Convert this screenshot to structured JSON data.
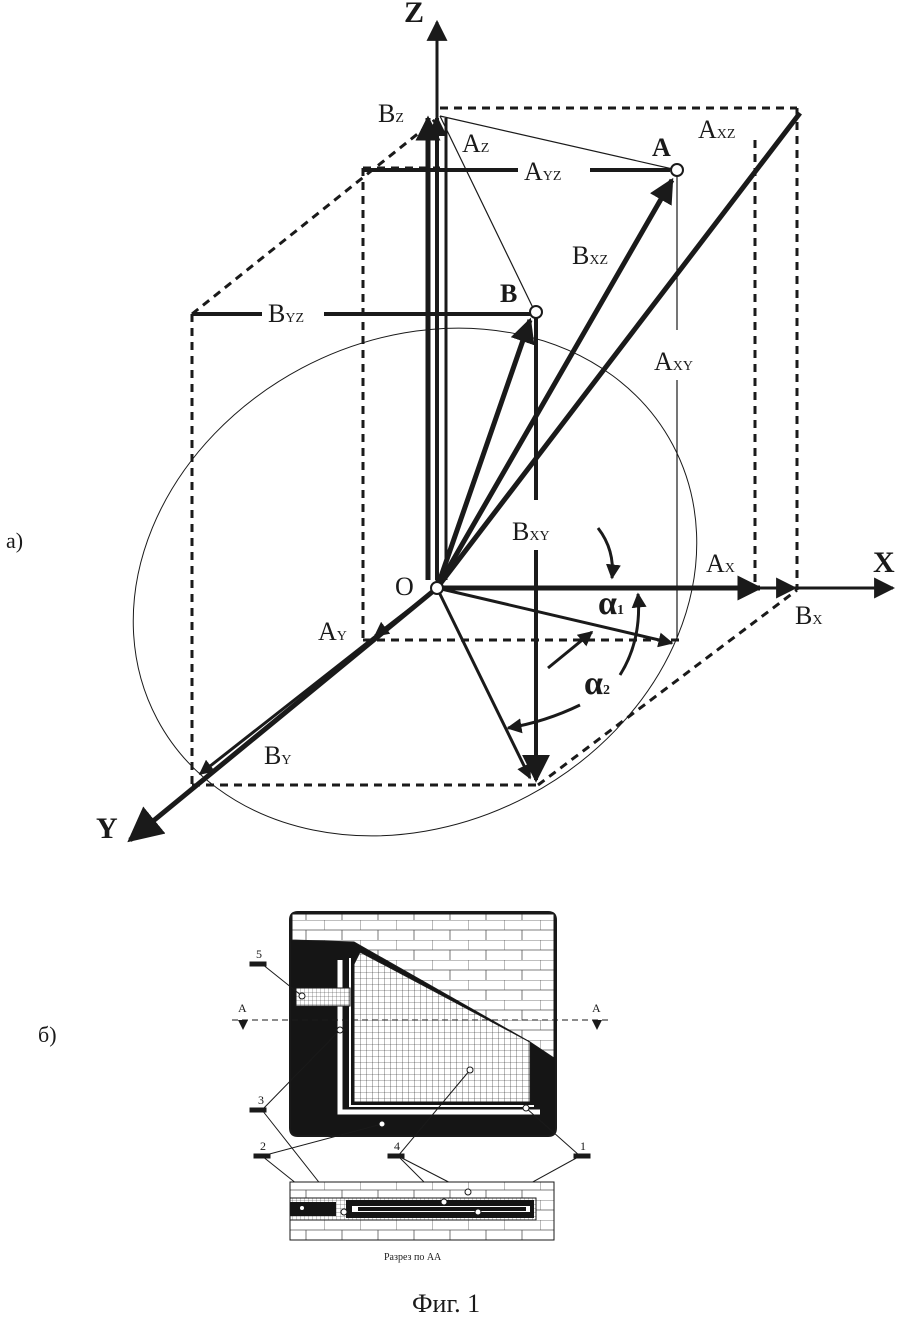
{
  "figure": {
    "part_a_label": "а)",
    "part_b_label": "б)",
    "caption": "Фиг. 1"
  },
  "diagram_a": {
    "axes": {
      "x": "X",
      "y": "Y",
      "z": "Z",
      "origin": "O"
    },
    "points": {
      "a": "A",
      "b": "B"
    },
    "labels": {
      "a_main": "A",
      "a_xz_sub": "XZ",
      "a_yz_sub": "YZ",
      "a_z_sub": "Z",
      "a_xy_sub": "XY",
      "a_x_sub": "X",
      "a_y_sub": "Y",
      "b_main": "B",
      "b_z_sub": "Z",
      "b_yz_sub": "YZ",
      "b_xz_sub": "XZ",
      "b_xy_sub": "XY",
      "b_x_sub": "X",
      "b_y_sub": "Y",
      "alpha": "α",
      "alpha1_sub": "1",
      "alpha2_sub": "2"
    }
  },
  "diagram_b": {
    "section_line_left": "A",
    "section_line_right": "A",
    "callouts": [
      "1",
      "2",
      "3",
      "4",
      "5"
    ],
    "section_caption": "Разрез по АА"
  },
  "colors": {
    "ink": "#1a1a1a",
    "paper": "#ffffff"
  }
}
